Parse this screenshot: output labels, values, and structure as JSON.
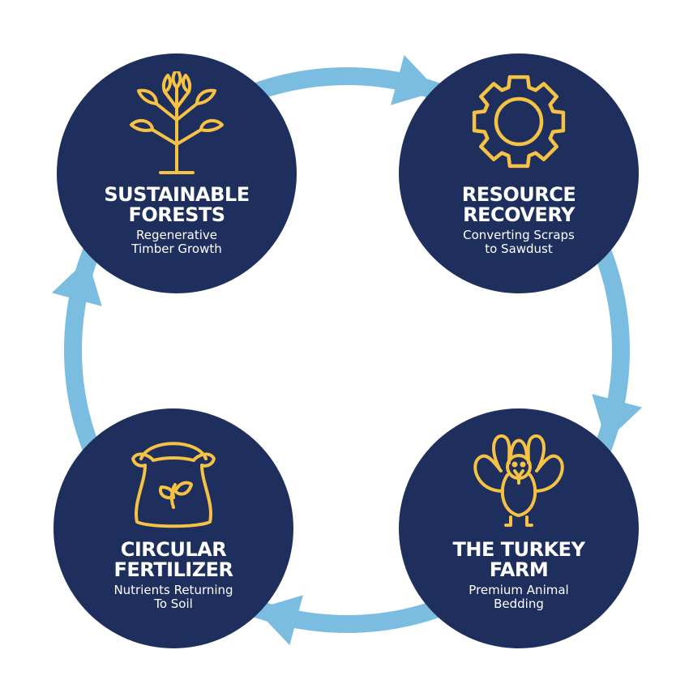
{
  "colors": {
    "navy": "#1e2f5e",
    "gold": "#f6c244",
    "arrow": "#7bbde0"
  },
  "nodes": [
    {
      "title1": "SUSTAINABLE",
      "title2": "FORESTS",
      "sub1": "Regenerative",
      "sub2": "Timber Growth",
      "icon": "sapling-icon"
    },
    {
      "title1": "RESOURCE",
      "title2": "RECOVERY",
      "sub1": "Converting Scraps",
      "sub2": "to Sawdust",
      "icon": "gear-icon"
    },
    {
      "title1": "THE TURKEY",
      "title2": "FARM",
      "sub1": "Premium Animal",
      "sub2": "Bedding",
      "icon": "turkey-icon"
    },
    {
      "title1": "CIRCULAR",
      "title2": "FERTILIZER",
      "sub1": "Nutrients Returning",
      "sub2": "To Soil",
      "icon": "fertilizer-bag-icon"
    }
  ]
}
